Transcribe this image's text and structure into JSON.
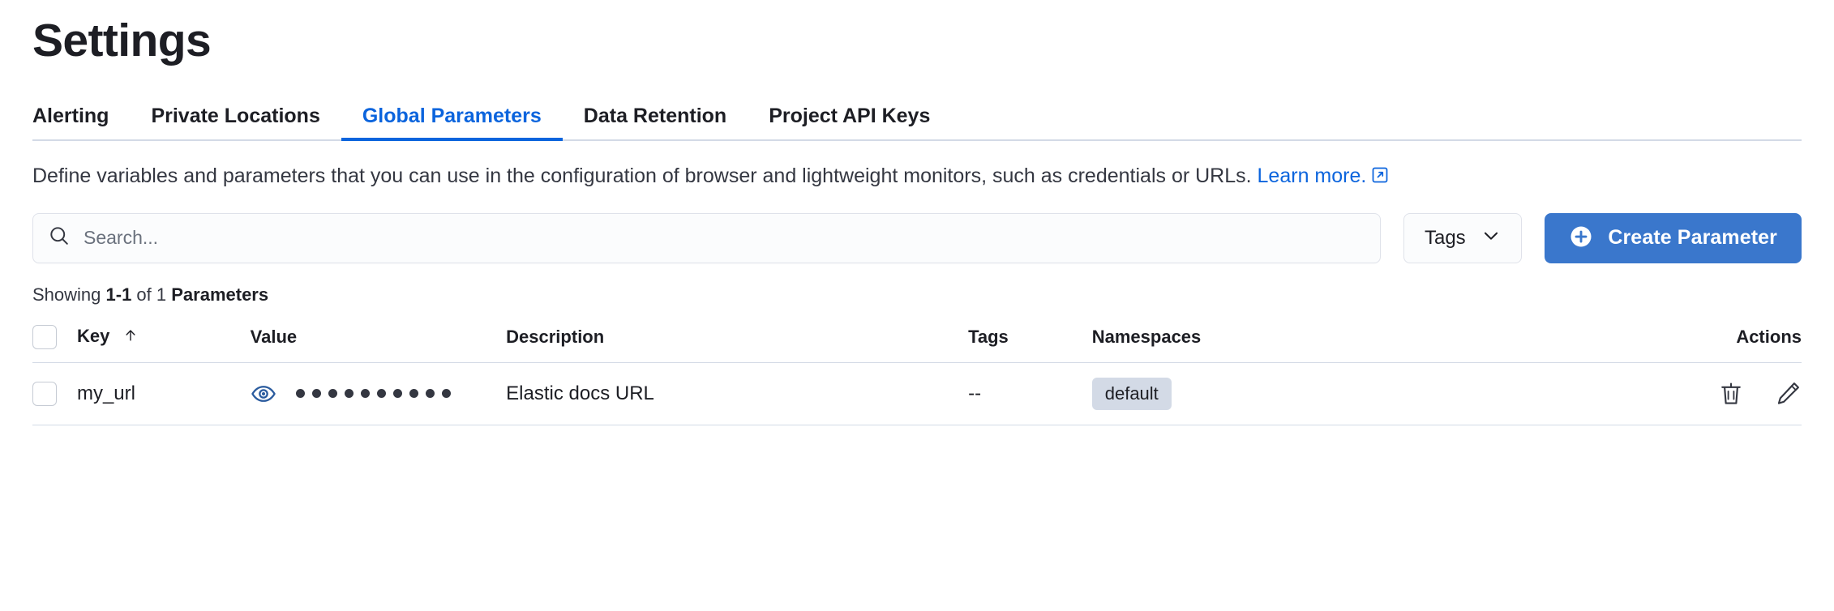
{
  "header": {
    "title": "Settings"
  },
  "tabs": [
    {
      "label": "Alerting",
      "active": false
    },
    {
      "label": "Private Locations",
      "active": false
    },
    {
      "label": "Global Parameters",
      "active": true
    },
    {
      "label": "Data Retention",
      "active": false
    },
    {
      "label": "Project API Keys",
      "active": false
    }
  ],
  "description": {
    "text": "Define variables and parameters that you can use in the configuration of browser and lightweight monitors, such as credentials or URLs. ",
    "link_label": "Learn more.",
    "link_icon": "external-link-icon"
  },
  "controls": {
    "search": {
      "icon": "search-icon",
      "placeholder": "Search...",
      "value": ""
    },
    "tags_button": {
      "label": "Tags",
      "icon": "chevron-down-icon"
    },
    "create_button": {
      "label": "Create Parameter",
      "icon": "plus-circle-icon"
    }
  },
  "results": {
    "prefix": "Showing ",
    "range": "1-1",
    "middle": " of 1 ",
    "entity": "Parameters"
  },
  "table": {
    "columns": [
      {
        "key": "select",
        "label": ""
      },
      {
        "key": "key",
        "label": "Key",
        "sort": "ascending",
        "sort_icon": "arrow-up-icon"
      },
      {
        "key": "value",
        "label": "Value"
      },
      {
        "key": "description",
        "label": "Description"
      },
      {
        "key": "tags",
        "label": "Tags"
      },
      {
        "key": "namespaces",
        "label": "Namespaces"
      },
      {
        "key": "actions",
        "label": "Actions"
      }
    ],
    "rows": [
      {
        "selected": false,
        "key": "my_url",
        "value_icon": "eye-icon",
        "value_masked_dots": 10,
        "description": "Elastic docs URL",
        "tags": "--",
        "namespaces": [
          "default"
        ],
        "actions": [
          {
            "name": "delete-icon",
            "label": "Delete"
          },
          {
            "name": "edit-icon",
            "label": "Edit"
          }
        ]
      }
    ]
  },
  "colors": {
    "accent_blue": "#0b64dd",
    "button_blue": "#3a77cc",
    "eye_blue": "#2a5b9e",
    "border": "#d3dae6",
    "text": "#1d1e24",
    "muted_text": "#6a717d",
    "badge_bg": "#d3dae6"
  }
}
